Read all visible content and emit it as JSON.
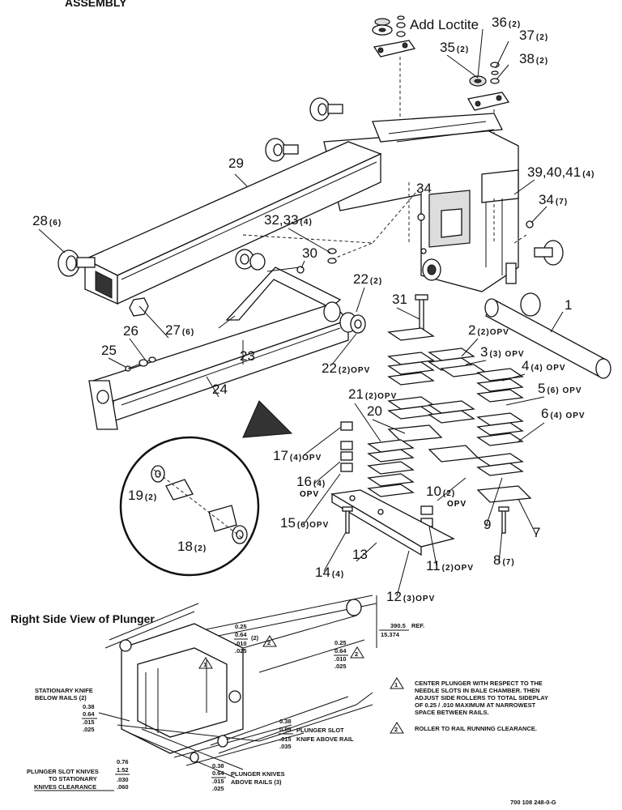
{
  "header_fragment": "ASSEMBLY",
  "add_loctite": "Add Loctite",
  "callouts": {
    "c1": {
      "num": "1",
      "qty": ""
    },
    "c2": {
      "num": "2",
      "qty": "(2)OPV"
    },
    "c3": {
      "num": "3",
      "qty": "(3) OPV"
    },
    "c4": {
      "num": "4",
      "qty": "(4) OPV"
    },
    "c5": {
      "num": "5",
      "qty": "(6) OPV"
    },
    "c6": {
      "num": "6",
      "qty": "(4) OPV"
    },
    "c7": {
      "num": "7",
      "qty": ""
    },
    "c8": {
      "num": "8",
      "qty": "(7)"
    },
    "c9": {
      "num": "9",
      "qty": ""
    },
    "c10": {
      "num": "10",
      "qty": "(2)",
      "sub": "OPV"
    },
    "c11": {
      "num": "11",
      "qty": "(2)OPV"
    },
    "c12": {
      "num": "12",
      "qty": "(3)OPV"
    },
    "c13": {
      "num": "13",
      "qty": ""
    },
    "c14": {
      "num": "14",
      "qty": "(4)"
    },
    "c15": {
      "num": "15",
      "qty": "(6)OPV"
    },
    "c16": {
      "num": "16",
      "qty": "(4)",
      "sub": "OPV"
    },
    "c17": {
      "num": "17",
      "qty": "(4)OPV"
    },
    "c18": {
      "num": "18",
      "qty": "(2)"
    },
    "c19": {
      "num": "19",
      "qty": "(2)"
    },
    "c20": {
      "num": "20",
      "qty": ""
    },
    "c21": {
      "num": "21",
      "qty": "(2)OPV"
    },
    "c22a": {
      "num": "22",
      "qty": "(2)"
    },
    "c22b": {
      "num": "22",
      "qty": "(2)OPV"
    },
    "c23": {
      "num": "23",
      "qty": ""
    },
    "c24": {
      "num": "24",
      "qty": ""
    },
    "c25": {
      "num": "25",
      "qty": ""
    },
    "c26": {
      "num": "26",
      "qty": ""
    },
    "c27": {
      "num": "27",
      "qty": "(6)"
    },
    "c28": {
      "num": "28",
      "qty": "(6)"
    },
    "c29": {
      "num": "29",
      "qty": ""
    },
    "c30": {
      "num": "30",
      "qty": ""
    },
    "c31": {
      "num": "31",
      "qty": ""
    },
    "c32": {
      "num": "32,33",
      "qty": "(4)"
    },
    "c34a": {
      "num": "34",
      "qty": ""
    },
    "c34b": {
      "num": "34",
      "qty": "(7)"
    },
    "c35": {
      "num": "35",
      "qty": "(2)"
    },
    "c36": {
      "num": "36",
      "qty": "(2)"
    },
    "c37": {
      "num": "37",
      "qty": "(2)"
    },
    "c38": {
      "num": "38",
      "qty": "(2)"
    },
    "c39": {
      "num": "39,40,41",
      "qty": "(4)"
    }
  },
  "side_view": {
    "title": "Right Side View of Plunger",
    "ref_dim": {
      "top": "390.5",
      "label": "REF.",
      "bottom": "15.374"
    },
    "dim_top": {
      "l1": "0.25",
      "l2": "0.64",
      "l3": ".010",
      "l4": ".025",
      "note": "(2)"
    },
    "dim_right": {
      "l1": "0.25",
      "l2": "0.64",
      "l3": ".010",
      "l4": ".025"
    },
    "stationary_knife": {
      "t1": "STATIONARY KNIFE",
      "t2": "BELOW RAILS (2)",
      "l1": "0.38",
      "l2": "0.64",
      "l3": ".015",
      "l4": ".025"
    },
    "plunger_slot": {
      "l1": "0.38",
      "l2": "0.89",
      "l3": ".015",
      "l4": ".035",
      "t1": "PLUNGER SLOT",
      "t2": "KNIFE ABOVE RAIL"
    },
    "slot_knives": {
      "t1": "PLUNGER SLOT KNIVES",
      "t2": "TO STATIONARY",
      "t3": "KNIVES CLEARANCE",
      "l1": "0.76",
      "l2": "1.52",
      "l3": ".030",
      "l4": ".060"
    },
    "plunger_knives": {
      "l1": "0.38",
      "l2": "0.64",
      "l3": ".015",
      "l4": ".025",
      "t1": "PLUNGER KNIVES",
      "t2": "ABOVE RAILS (3)"
    },
    "notes": [
      {
        "num": "1",
        "lines": [
          "CENTER PLUNGER WITH RESPECT TO THE",
          "NEEDLE SLOTS IN BALE CHAMBER. THEN",
          "ADJUST SIDE ROLLERS TO TOTAL SIDEPLAY",
          "OF 0.25 / .010 MAXIMUM AT NARROWEST",
          "SPACE BETWEEN RAILS."
        ]
      },
      {
        "num": "2",
        "lines": [
          "ROLLER TO RAIL RUNNING CLEARANCE."
        ]
      }
    ]
  },
  "drawing_number": "700 108 248-0-G"
}
